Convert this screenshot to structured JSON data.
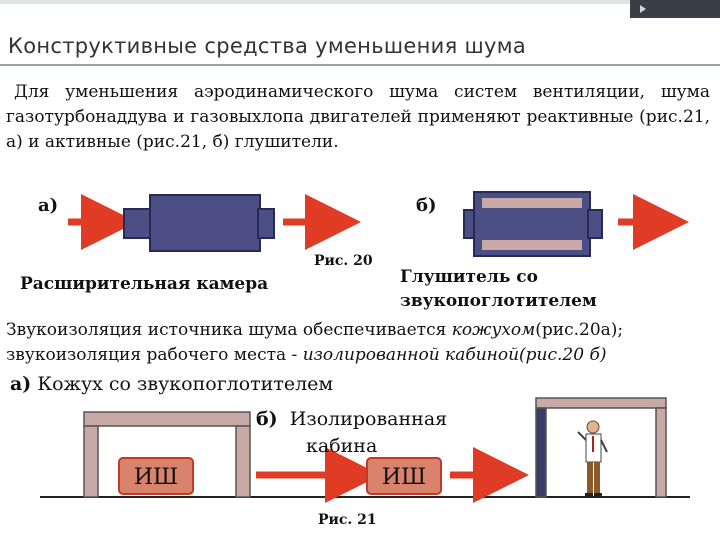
{
  "slide": {
    "title": "Конструктивные средства уменьшения шума",
    "intro": "Для уменьшения аэродинамического шума систем вентиляции, шума газотурбонаддува и газовыхлопа двигателей применяют реактивные (рис.21, а) и активные (рис.21, б) глушители.",
    "fig1": {
      "label_a": "а)",
      "label_b": "б)",
      "caption": "Рис. 20",
      "name_a": "Расширительная камера",
      "name_b_line1": "Глушитель со",
      "name_b_line2": "звукопоглотителем"
    },
    "text2": {
      "l1_start": "Звукоизоляция источника шума обеспечивается ",
      "l1_italic": "кожухом",
      "l1_end": "(рис.20а);",
      "l2_start": "звукоизоляция рабочего места - ",
      "l2_italic": "изолированной кабиной(рис.20 б)"
    },
    "fig2": {
      "label_a": "а)",
      "text_a": "Кожух со звукопоглотителем",
      "label_b": "б)",
      "text_b1": "Изолированная",
      "text_b2": "кабина",
      "source_label_1": "ИШ",
      "source_label_2": "ИШ",
      "caption": "Рис. 21"
    },
    "colors": {
      "arrow": "#e03b24",
      "chamber": "#4b4f86",
      "chamber_edge": "#262a55",
      "absorber": "#c9a9a6",
      "source_fill": "#d9826c",
      "source_edge": "#c0392b"
    }
  }
}
